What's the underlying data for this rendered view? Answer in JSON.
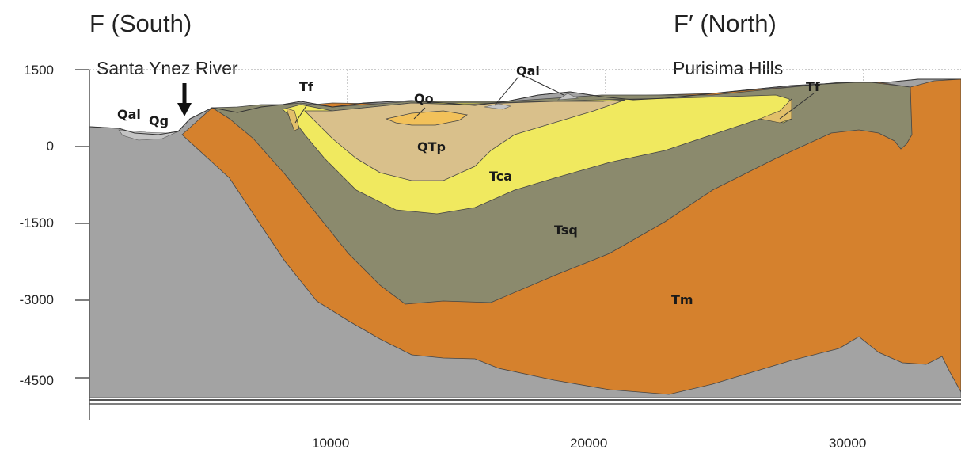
{
  "titles": {
    "south": "F (South)",
    "north": "F′ (North)"
  },
  "places": {
    "river": "Santa Ynez River",
    "hills": "Purisima Hills"
  },
  "axes": {
    "y_ticks": [
      "1500",
      "0",
      "-1500",
      "-3000",
      "-4500"
    ],
    "x_ticks": [
      "10000",
      "20000",
      "30000"
    ]
  },
  "units": {
    "qal_south": "Qal",
    "qg": "Qg",
    "tf_south": "Tf",
    "qo": "Qo",
    "qal_north": "Qal",
    "tf_north": "Tf",
    "qtp": "QTp",
    "tca": "Tca",
    "tsq": "Tsq",
    "tm": "Tm"
  },
  "colors": {
    "basement": "#a3a3a3",
    "tm": "#d5812d",
    "tsq": "#8b8a6d",
    "tca": "#f0e95f",
    "qtp": "#d9c08b",
    "qo": "#f2c15a",
    "qal": "#c4c4c4"
  }
}
